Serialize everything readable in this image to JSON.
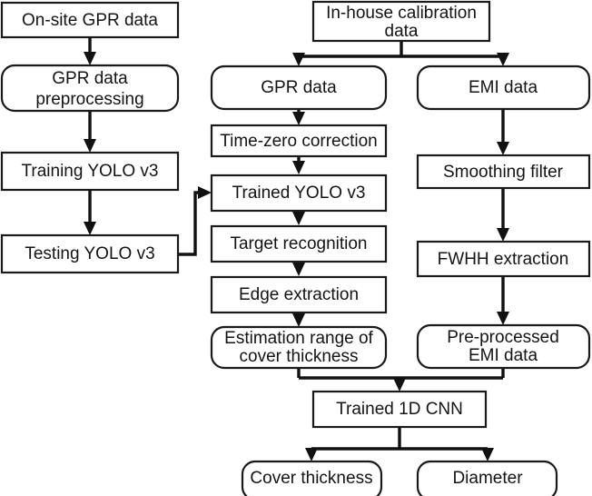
{
  "diagram": {
    "title": "GPR and EMI cover thickness estimation workflow",
    "background_color": "#ffffff",
    "line_color": "#111111",
    "box_stroke_color": "#1a1a1a",
    "box_fill_color": "#ffffff",
    "text_color": "#141414",
    "nodes": [
      {
        "id": "onsite_gpr_data",
        "label": "On-site GPR data",
        "shape": "rect",
        "column": "left",
        "lines": [
          "On-site GPR data"
        ]
      },
      {
        "id": "gpr_preprocessing",
        "label": "GPR data preprocessing",
        "shape": "rounded",
        "column": "left",
        "lines": [
          "GPR data",
          "preprocessing"
        ]
      },
      {
        "id": "training_yolo_v3",
        "label": "Training YOLO v3",
        "shape": "rect",
        "column": "left",
        "lines": [
          "Training YOLO v3"
        ]
      },
      {
        "id": "testing_yolo_v3",
        "label": "Testing YOLO v3",
        "shape": "rect",
        "column": "left",
        "lines": [
          "Testing YOLO v3"
        ]
      },
      {
        "id": "inhouse_calibration",
        "label": "In-house calibration data",
        "shape": "rect",
        "column": "center",
        "lines": [
          "In-house calibration",
          "data"
        ]
      },
      {
        "id": "gpr_data",
        "label": "GPR data",
        "shape": "rounded",
        "column": "center",
        "lines": [
          "GPR data"
        ]
      },
      {
        "id": "time_zero_correction",
        "label": "Time-zero correction",
        "shape": "rect",
        "column": "center",
        "lines": [
          "Time-zero correction"
        ]
      },
      {
        "id": "trained_yolo_v3",
        "label": "Trained YOLO v3",
        "shape": "rect",
        "column": "center",
        "lines": [
          "Trained YOLO v3"
        ]
      },
      {
        "id": "target_recognition",
        "label": "Target recognition",
        "shape": "rect",
        "column": "center",
        "lines": [
          "Target recognition"
        ]
      },
      {
        "id": "edge_extraction",
        "label": "Edge extraction",
        "shape": "rect",
        "column": "center",
        "lines": [
          "Edge extraction"
        ]
      },
      {
        "id": "estimation_range",
        "label": "Estimation range of cover thickness",
        "shape": "rounded",
        "column": "center",
        "lines": [
          "Estimation range of",
          "cover thickness"
        ]
      },
      {
        "id": "emi_data",
        "label": "EMI data",
        "shape": "rounded",
        "column": "right",
        "lines": [
          "EMI data"
        ]
      },
      {
        "id": "smoothing_filter",
        "label": "Smoothing filter",
        "shape": "rect",
        "column": "right",
        "lines": [
          "Smoothing filter"
        ]
      },
      {
        "id": "fwhh_extraction",
        "label": "FWHH extraction",
        "shape": "rect",
        "column": "right",
        "lines": [
          "FWHH extraction"
        ]
      },
      {
        "id": "preprocessed_emi",
        "label": "Pre-processed EMI data",
        "shape": "rounded",
        "column": "right",
        "lines": [
          "Pre-processed",
          "EMI data"
        ]
      },
      {
        "id": "trained_1d_cnn",
        "label": "Trained 1D CNN",
        "shape": "rect",
        "column": "center",
        "lines": [
          "Trained 1D CNN"
        ]
      },
      {
        "id": "cover_thickness",
        "label": "Cover thickness",
        "shape": "rounded",
        "column": "output",
        "lines": [
          "Cover thickness"
        ]
      },
      {
        "id": "diameter",
        "label": "Diameter",
        "shape": "rounded",
        "column": "output",
        "lines": [
          "Diameter"
        ]
      }
    ],
    "edges": [
      {
        "from": "onsite_gpr_data",
        "to": "gpr_preprocessing",
        "type": "straight-down"
      },
      {
        "from": "gpr_preprocessing",
        "to": "training_yolo_v3",
        "type": "straight-down"
      },
      {
        "from": "training_yolo_v3",
        "to": "testing_yolo_v3",
        "type": "straight-down"
      },
      {
        "from": "testing_yolo_v3",
        "to": "trained_yolo_v3",
        "type": "elbow-right-up"
      },
      {
        "from": "inhouse_calibration",
        "to": "gpr_data",
        "type": "split-left"
      },
      {
        "from": "inhouse_calibration",
        "to": "emi_data",
        "type": "split-right"
      },
      {
        "from": "gpr_data",
        "to": "time_zero_correction",
        "type": "straight-down"
      },
      {
        "from": "time_zero_correction",
        "to": "trained_yolo_v3",
        "type": "straight-down"
      },
      {
        "from": "trained_yolo_v3",
        "to": "target_recognition",
        "type": "straight-down"
      },
      {
        "from": "target_recognition",
        "to": "edge_extraction",
        "type": "straight-down"
      },
      {
        "from": "edge_extraction",
        "to": "estimation_range",
        "type": "straight-down"
      },
      {
        "from": "emi_data",
        "to": "smoothing_filter",
        "type": "straight-down"
      },
      {
        "from": "smoothing_filter",
        "to": "fwhh_extraction",
        "type": "straight-down"
      },
      {
        "from": "fwhh_extraction",
        "to": "preprocessed_emi",
        "type": "straight-down"
      },
      {
        "from": "estimation_range",
        "to": "trained_1d_cnn",
        "type": "merge-left"
      },
      {
        "from": "preprocessed_emi",
        "to": "trained_1d_cnn",
        "type": "merge-right"
      },
      {
        "from": "trained_1d_cnn",
        "to": "cover_thickness",
        "type": "split-left"
      },
      {
        "from": "trained_1d_cnn",
        "to": "diameter",
        "type": "split-right"
      }
    ]
  }
}
